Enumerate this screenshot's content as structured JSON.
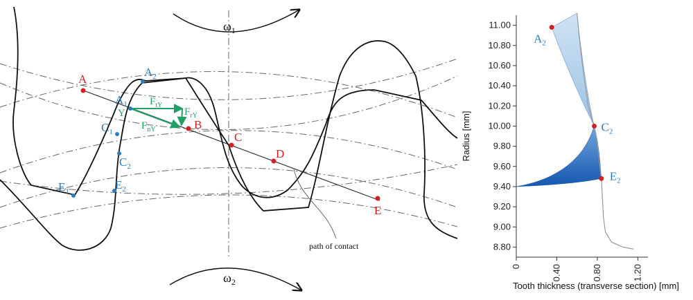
{
  "gear_diagram": {
    "omega_top": "ω",
    "omega_top_sub": "1",
    "omega_bottom": "ω",
    "omega_bottom_sub": "2",
    "points_red": {
      "A": "A",
      "B": "B",
      "C": "C",
      "D": "D",
      "E": "E"
    },
    "points_blue": {
      "A2": {
        "main": "A",
        "sub": "2"
      },
      "A1": {
        "main": "A",
        "sub": "1"
      },
      "C1": {
        "main": "C",
        "sub": "1"
      },
      "C2": {
        "main": "C",
        "sub": "2"
      },
      "E1": {
        "main": "E",
        "sub": "1"
      },
      "E2": {
        "main": "E",
        "sub": "2"
      }
    },
    "forces": {
      "Y": "Y",
      "Ft": {
        "main": "F",
        "sub": "tY"
      },
      "Fr": {
        "main": "F",
        "sub": "rY"
      },
      "Fn": {
        "main": "F",
        "sub": "nY"
      }
    },
    "path_of_contact": "path of contact",
    "colors": {
      "red": "#d42020",
      "blue": "#2a7fc0",
      "green": "#1fa064",
      "black": "#111111"
    }
  },
  "chart_data": {
    "type": "area",
    "title": "",
    "xlabel": "Tooth thickness (transverse section) [mm]",
    "ylabel": "Radius [mm]",
    "xlim": [
      0,
      1.3
    ],
    "ylim": [
      8.7,
      11.1
    ],
    "xticks": [
      "0",
      "0.40",
      "0.80",
      "1.20"
    ],
    "xtick_values": [
      0,
      0.4,
      0.8,
      1.2
    ],
    "yticks": [
      "11.00",
      "10.80",
      "10.60",
      "10.40",
      "10.20",
      "10.00",
      "9.80",
      "9.60",
      "9.40",
      "9.20",
      "9.00",
      "8.80"
    ],
    "ytick_values": [
      11.0,
      10.8,
      10.6,
      10.4,
      10.2,
      10.0,
      9.8,
      9.6,
      9.4,
      9.2,
      9.0,
      8.8
    ],
    "grid": false,
    "points": [
      {
        "label": "A",
        "sub": "2",
        "x": 0.35,
        "y": 10.98
      },
      {
        "label": "C",
        "sub": "2",
        "x": 0.77,
        "y": 10.0
      },
      {
        "label": "E",
        "sub": "2",
        "x": 0.84,
        "y": 9.48
      }
    ],
    "profile_curve": {
      "x": [
        0.6,
        0.62,
        0.66,
        0.71,
        0.77,
        0.8,
        0.82,
        0.84,
        0.85,
        0.86,
        0.88,
        0.94,
        1.05,
        1.16
      ],
      "y": [
        11.12,
        10.9,
        10.55,
        10.2,
        10.0,
        9.85,
        9.65,
        9.48,
        9.3,
        9.1,
        8.95,
        8.85,
        8.8,
        8.78
      ]
    },
    "band_colors": {
      "light": "#bcd7ee",
      "dark": "#1f6dc0"
    }
  }
}
